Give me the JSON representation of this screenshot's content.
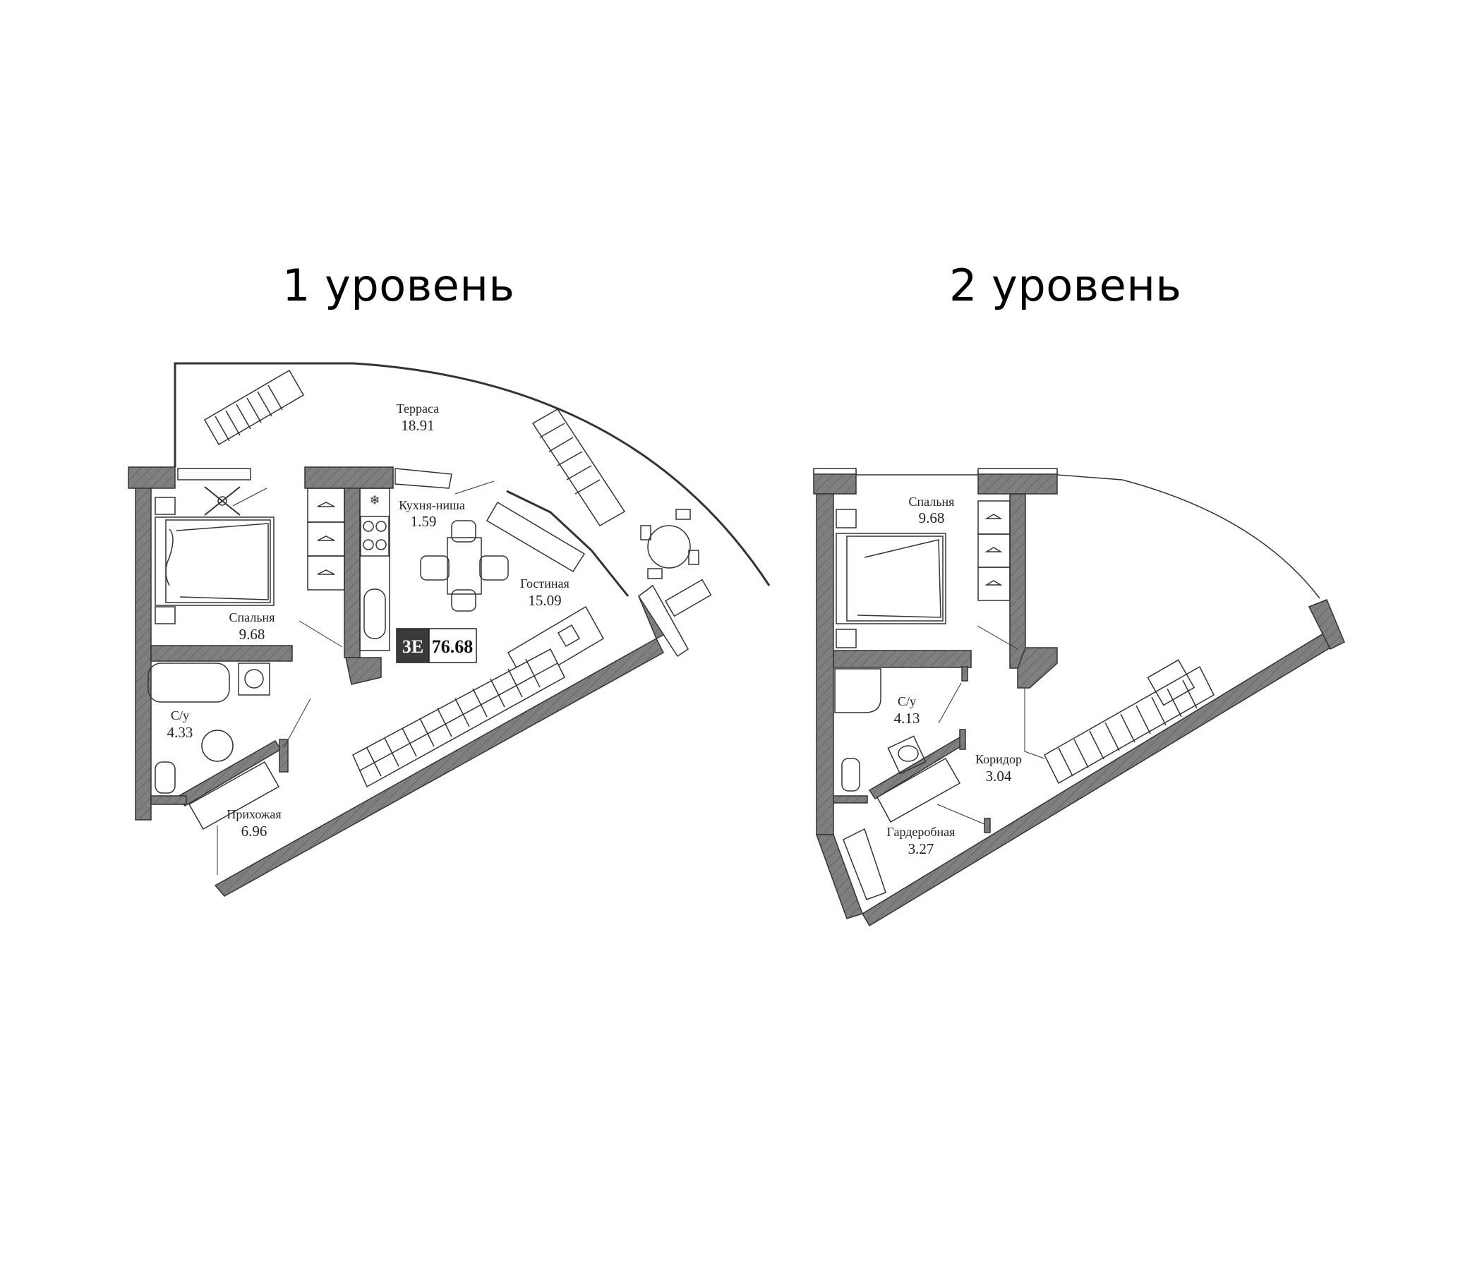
{
  "levels": [
    {
      "title": "1 уровень",
      "rooms": [
        {
          "name": "Терраса",
          "area": "18.91"
        },
        {
          "name": "Кухня-ниша",
          "area": "1.59"
        },
        {
          "name": "Гостиная",
          "area": "15.09"
        },
        {
          "name": "Спальня",
          "area": "9.68"
        },
        {
          "name": "С/у",
          "area": "4.33"
        },
        {
          "name": "Прихожая",
          "area": "6.96"
        }
      ],
      "badge": {
        "code": "3E",
        "total_area": "76.68"
      }
    },
    {
      "title": "2 уровень",
      "rooms": [
        {
          "name": "Спальня",
          "area": "9.68"
        },
        {
          "name": "С/у",
          "area": "4.13"
        },
        {
          "name": "Коридор",
          "area": "3.04"
        },
        {
          "name": "Гардеробная",
          "area": "3.27"
        }
      ]
    }
  ],
  "colors": {
    "wall_fill": "#7f7f7f",
    "line": "#333333",
    "badge_dark": "#3a3a3a",
    "background": "#ffffff"
  }
}
